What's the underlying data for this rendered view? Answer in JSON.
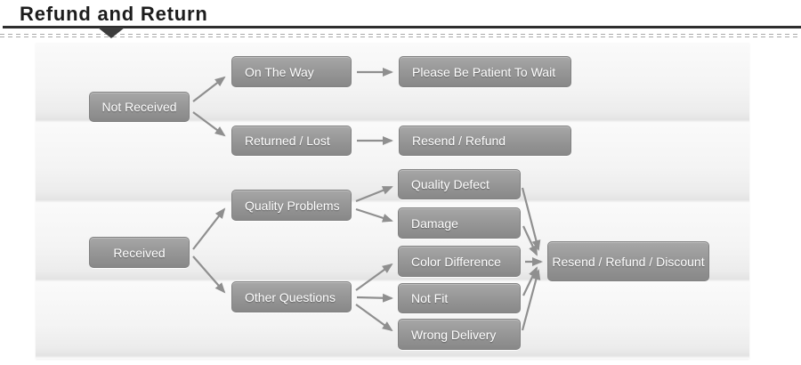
{
  "header": {
    "title": "Refund and Return"
  },
  "flowchart": {
    "nodes": {
      "not_received": {
        "label": "Not Received"
      },
      "on_the_way": {
        "label": "On The Way"
      },
      "please_wait": {
        "label": "Please Be Patient To Wait"
      },
      "returned_lost": {
        "label": "Returned / Lost"
      },
      "resend_refund": {
        "label": "Resend / Refund"
      },
      "received": {
        "label": "Received"
      },
      "quality_problems": {
        "label": "Quality Problems"
      },
      "other_questions": {
        "label": "Other Questions"
      },
      "quality_defect": {
        "label": "Quality Defect"
      },
      "damage": {
        "label": "Damage"
      },
      "color_difference": {
        "label": "Color Difference"
      },
      "not_fit": {
        "label": "Not Fit"
      },
      "wrong_delivery": {
        "label": "Wrong Delivery"
      },
      "resend_refund_discount": {
        "label": "Resend / Refund / Discount"
      }
    },
    "edges": [
      {
        "from": "not_received",
        "to": "on_the_way"
      },
      {
        "from": "not_received",
        "to": "returned_lost"
      },
      {
        "from": "on_the_way",
        "to": "please_wait"
      },
      {
        "from": "returned_lost",
        "to": "resend_refund"
      },
      {
        "from": "received",
        "to": "quality_problems"
      },
      {
        "from": "received",
        "to": "other_questions"
      },
      {
        "from": "quality_problems",
        "to": "quality_defect"
      },
      {
        "from": "quality_problems",
        "to": "damage"
      },
      {
        "from": "other_questions",
        "to": "color_difference"
      },
      {
        "from": "other_questions",
        "to": "not_fit"
      },
      {
        "from": "other_questions",
        "to": "wrong_delivery"
      },
      {
        "from": "quality_defect",
        "to": "resend_refund_discount"
      },
      {
        "from": "damage",
        "to": "resend_refund_discount"
      },
      {
        "from": "color_difference",
        "to": "resend_refund_discount"
      },
      {
        "from": "not_fit",
        "to": "resend_refund_discount"
      },
      {
        "from": "wrong_delivery",
        "to": "resend_refund_discount"
      }
    ],
    "colors": {
      "node_gradient_top": "#a7a7a7",
      "node_gradient_bottom": "#888888",
      "node_text": "#ffffff",
      "arrow": "#8f8f8f",
      "title_text": "#1c1c1c",
      "header_rule": "#2e2e2e",
      "dashed_rule": "#a9a9a9",
      "sheet_background": "#f4f4f4"
    }
  }
}
